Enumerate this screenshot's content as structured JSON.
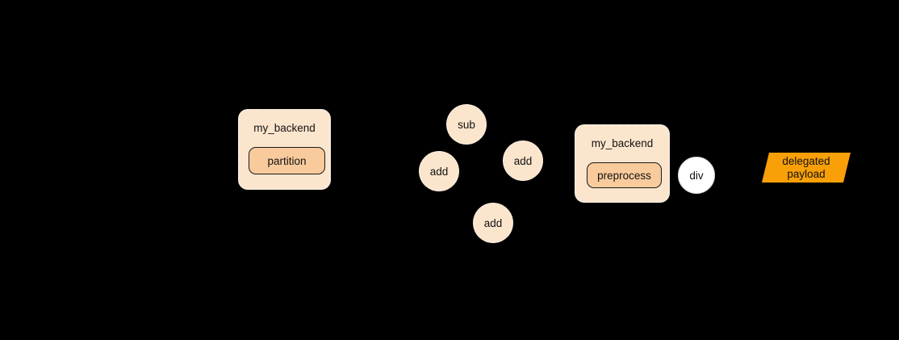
{
  "diagram": {
    "background_color": "#000000",
    "colors": {
      "group_fill": "#FCE5CD",
      "inner_node_fill": "#F9CB9C",
      "op_node_fill": "#FCE5CD",
      "div_node_fill": "#FFFFFF",
      "payload_fill": "#F9A008",
      "text": "#111111",
      "dashed_border": "#F3EDE3"
    },
    "groups": [
      {
        "label": "my_backend",
        "inner_label": "partition"
      },
      {
        "label": "my_backend",
        "inner_label": "preprocess"
      }
    ],
    "op_nodes": [
      {
        "label": "sub"
      },
      {
        "label": "add"
      },
      {
        "label": "add"
      },
      {
        "label": "add"
      },
      {
        "label": "div"
      }
    ],
    "payload": {
      "line1": "delegated",
      "line2": "payload"
    }
  }
}
